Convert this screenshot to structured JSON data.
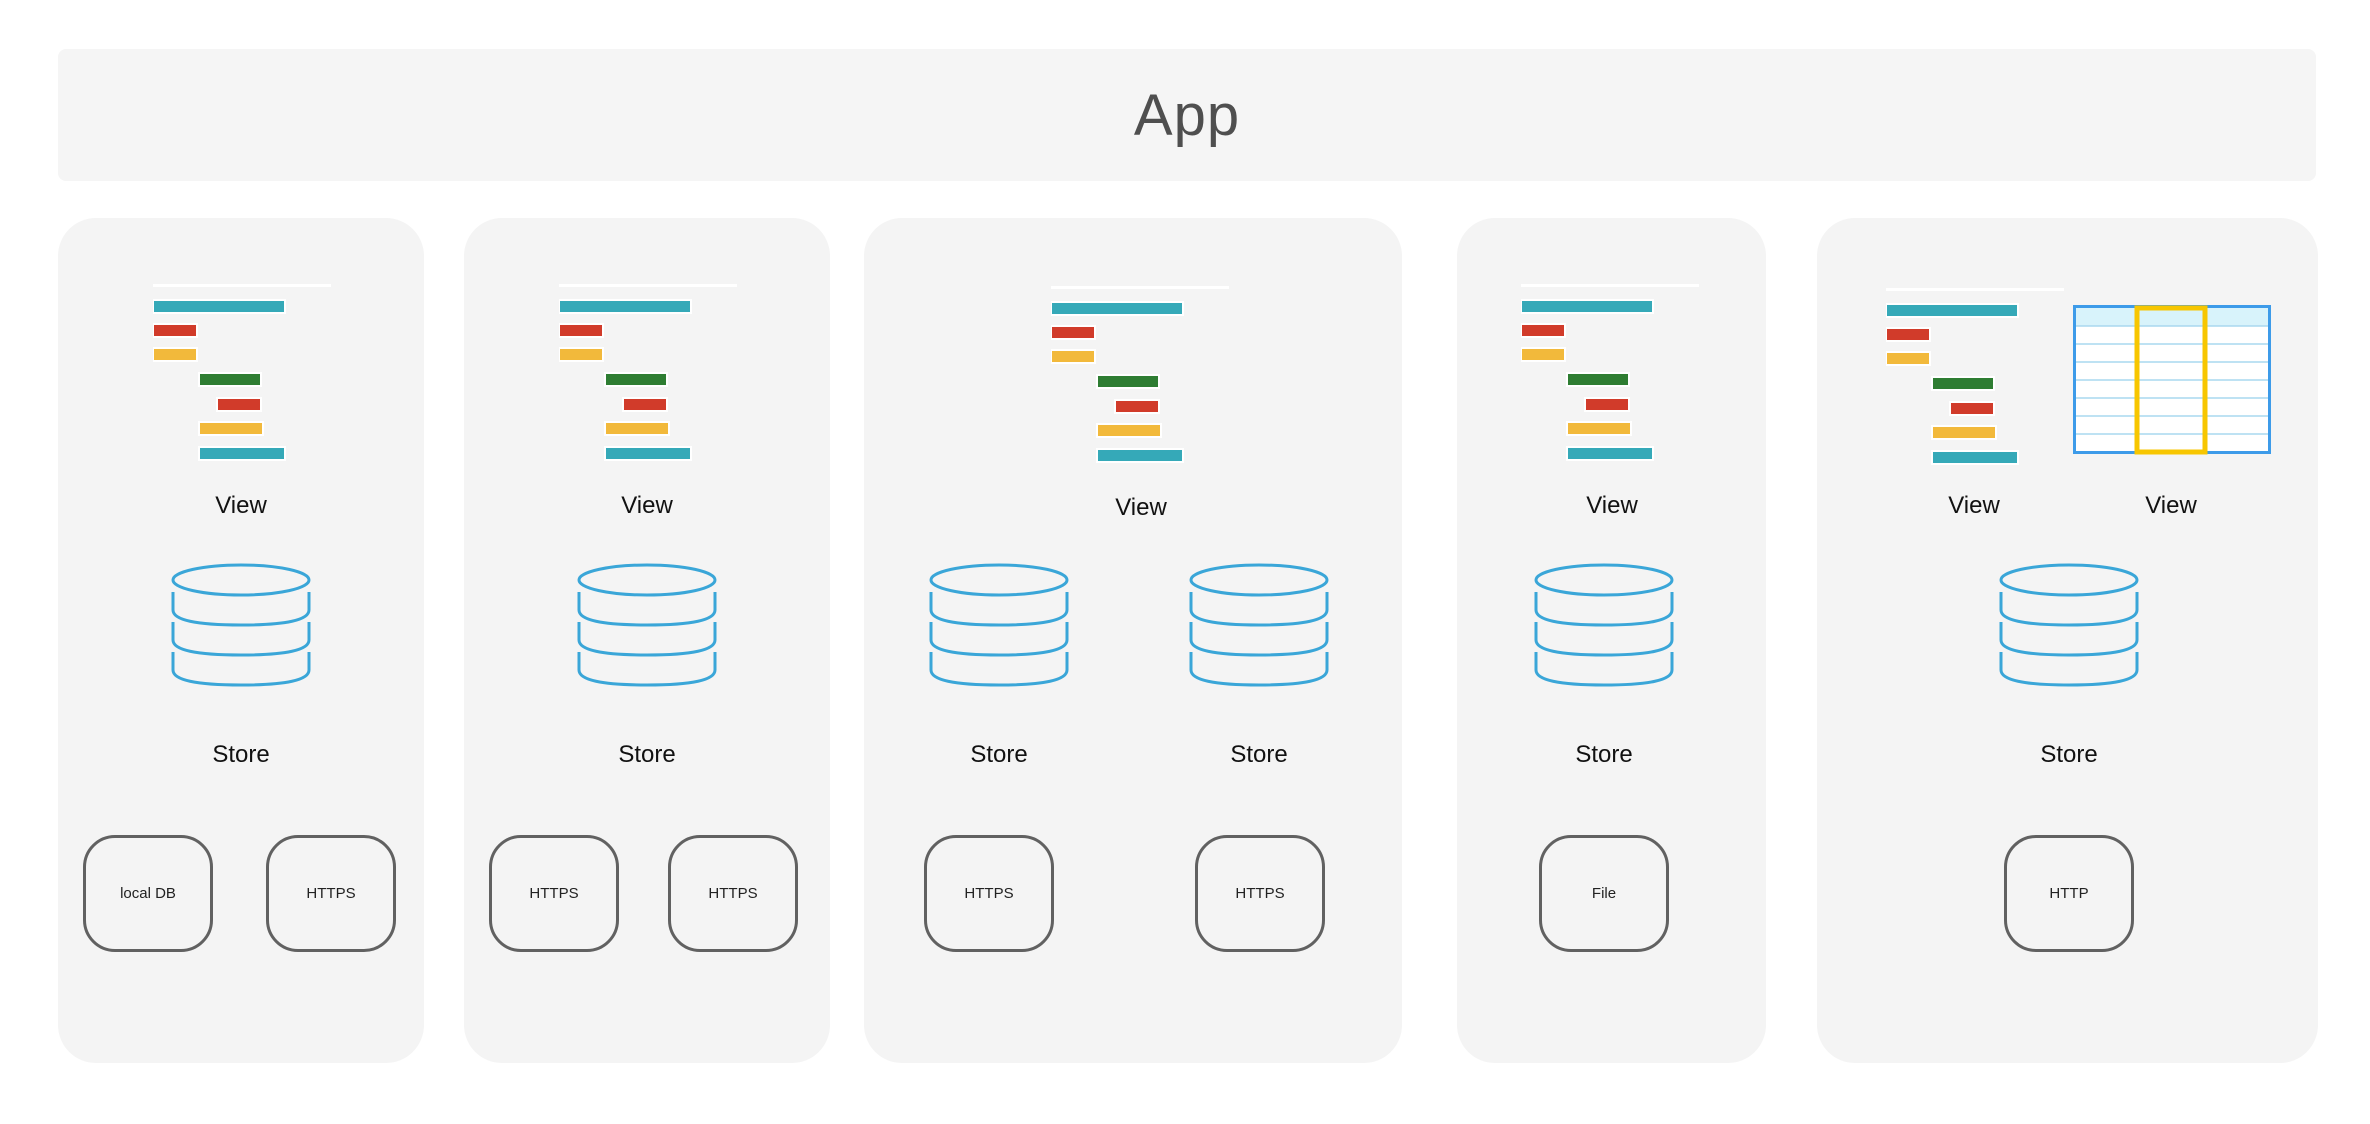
{
  "app": {
    "title": "App"
  },
  "columns": [
    {
      "views": [
        "View"
      ],
      "stores": [
        "Store"
      ],
      "connectors": [
        "local DB",
        "HTTPS"
      ]
    },
    {
      "views": [
        "View"
      ],
      "stores": [
        "Store"
      ],
      "connectors": [
        "HTTPS",
        "HTTPS"
      ]
    },
    {
      "views": [
        "View"
      ],
      "stores": [
        "Store",
        "Store"
      ],
      "connectors": [
        "HTTPS",
        "HTTPS"
      ]
    },
    {
      "views": [
        "View"
      ],
      "stores": [
        "Store"
      ],
      "connectors": [
        "File"
      ]
    },
    {
      "views": [
        "View",
        "View"
      ],
      "stores": [
        "Store"
      ],
      "connectors": [
        "HTTP"
      ]
    }
  ],
  "colors": {
    "teal": "#35a9b8",
    "red": "#d13b2a",
    "yellow": "#f2b93b",
    "green": "#2e7d32",
    "store_stroke": "#3aa6d8",
    "table_border": "#3d9be9",
    "table_highlight": "#f7c600",
    "connector_border": "#616161"
  },
  "icons": {
    "view_timeline": "gantt-chart-icon",
    "view_table": "table-grid-icon",
    "store": "database-icon"
  }
}
